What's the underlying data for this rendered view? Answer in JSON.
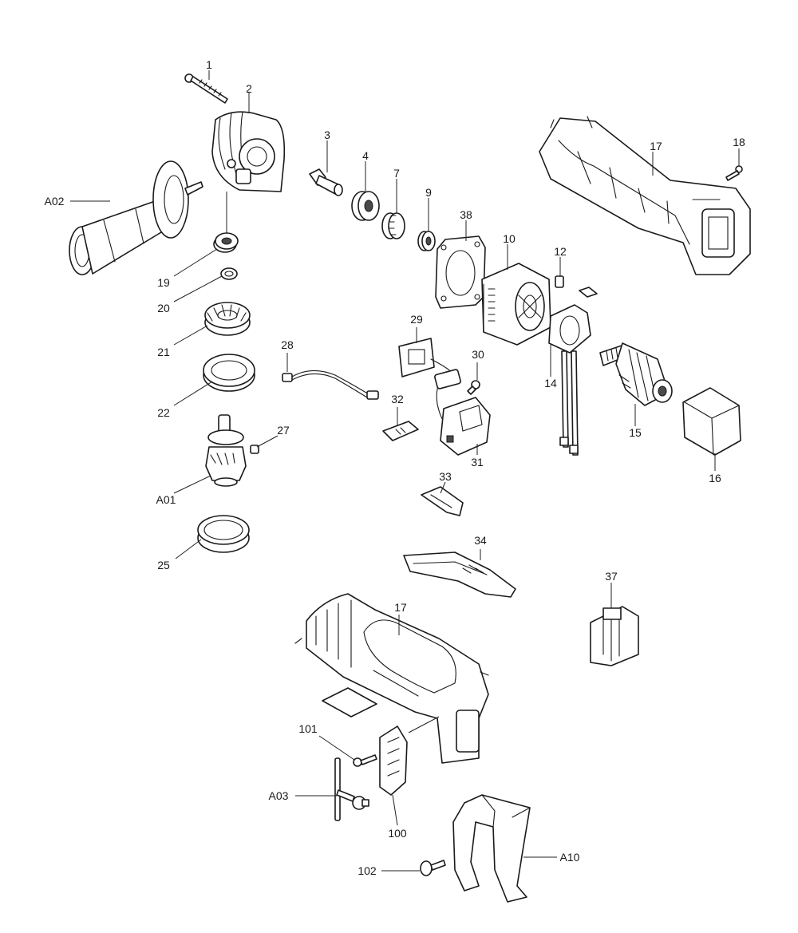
{
  "diagram": {
    "labels": {
      "p1": "1",
      "p2": "2",
      "p3": "3",
      "p4": "4",
      "p7": "7",
      "p9": "9",
      "p10": "10",
      "p12": "12",
      "p14": "14",
      "p15": "15",
      "p16": "16",
      "p17a": "17",
      "p17b": "17",
      "p18": "18",
      "p19": "19",
      "p20": "20",
      "p21": "21",
      "p22": "22",
      "p25": "25",
      "p27": "27",
      "p28": "28",
      "p29": "29",
      "p30": "30",
      "p31": "31",
      "p32": "32",
      "p33": "33",
      "p34": "34",
      "p37": "37",
      "p38": "38",
      "p100": "100",
      "p101": "101",
      "p102": "102",
      "a01": "A01",
      "a02": "A02",
      "a03": "A03",
      "a10": "A10"
    }
  }
}
